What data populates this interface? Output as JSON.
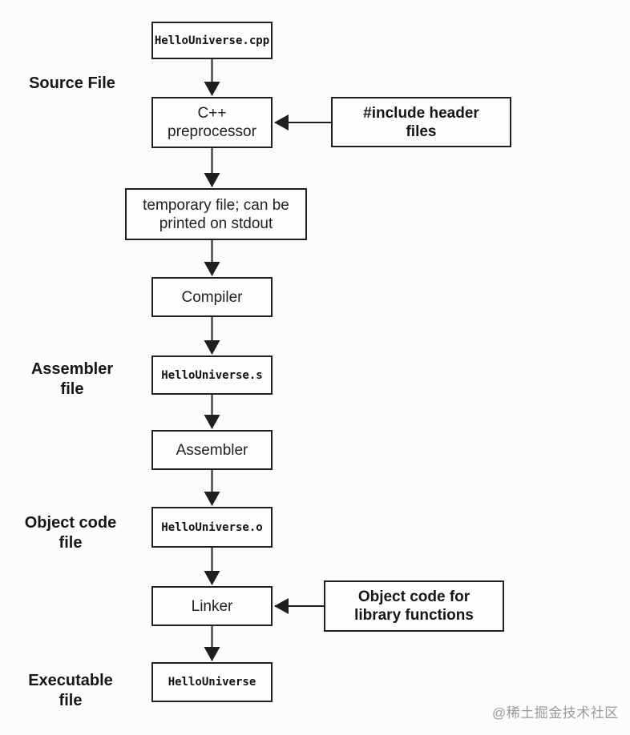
{
  "diagram": {
    "nodes": {
      "source_cpp": "HelloUniverse.cpp",
      "preprocessor": "C++\npreprocessor",
      "temp_file": "temporary file; can be\nprinted on stdout",
      "compiler": "Compiler",
      "asm_file": "HelloUniverse.s",
      "assembler": "Assembler",
      "obj_file": "HelloUniverse.o",
      "linker": "Linker",
      "executable": "HelloUniverse",
      "include_headers": "#include header\nfiles",
      "obj_lib": "Object code for\nlibrary functions"
    },
    "side_labels": {
      "source": "Source File",
      "assembler": "Assembler\nfile",
      "object": "Object code\nfile",
      "executable": "Executable\nfile"
    }
  },
  "watermark": "@稀土掘金技术社区"
}
